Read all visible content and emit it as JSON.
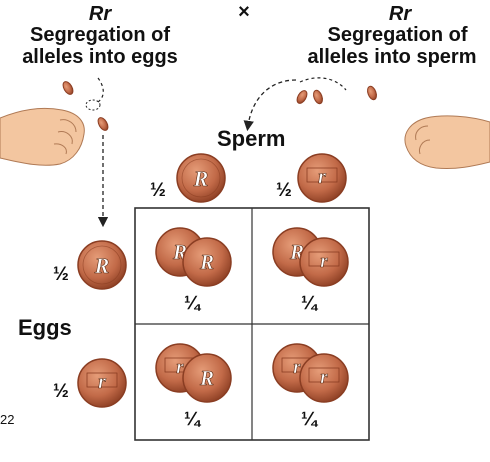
{
  "left_parent": {
    "genotype": "Rr",
    "caption_line1": "Segregation of",
    "caption_line2": "alleles into eggs"
  },
  "cross_symbol": "×",
  "right_parent": {
    "genotype": "Rr",
    "caption_line1": "Segregation of",
    "caption_line2": "alleles into sperm"
  },
  "sperm_label": "Sperm",
  "eggs_label": "Eggs",
  "sperm_fractions": [
    "½",
    "½"
  ],
  "egg_fractions": [
    "½",
    "½"
  ],
  "cell_fractions": [
    "¼",
    "¼",
    "¼",
    "¼"
  ],
  "coin_letters": {
    "dominant": "R",
    "recessive": "r"
  },
  "page_number": "22",
  "colors": {
    "coin": "#c26a48",
    "coin_rim": "#8a3d22",
    "skin": "#f3c6a0",
    "grid": "#333333"
  }
}
